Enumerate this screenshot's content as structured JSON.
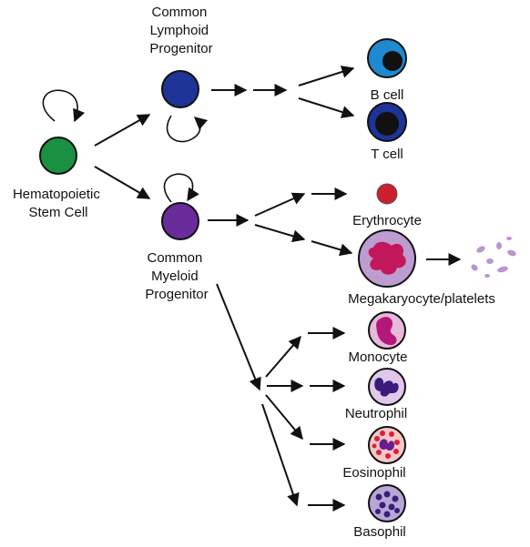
{
  "labels": {
    "hsc": [
      "Hematopoietic",
      "Stem Cell"
    ],
    "clp": [
      "Common",
      "Lymphoid",
      "Progenitor"
    ],
    "cmp": [
      "Common",
      "Myeloid",
      "Progenitor"
    ],
    "b_cell": "B cell",
    "t_cell": "T cell",
    "erythrocyte": "Erythrocyte",
    "megakaryocyte": "Megakaryocyte/platelets",
    "monocyte": "Monocyte",
    "neutrophil": "Neutrophil",
    "eosinophil": "Eosinophil",
    "basophil": "Basophil"
  },
  "colors": {
    "hsc": "#1a9142",
    "clp": "#1e3496",
    "cmp": "#6a2c9a",
    "b_cell": "#1f8ad0",
    "t_cell": "#1e3496",
    "nucleus_dark": "#111111",
    "erythrocyte": "#cc1f2d",
    "megakaryocyte_body": "#bd9cd0",
    "megakaryocyte_nucleus": "#c2185b",
    "platelets": "#b995cf",
    "monocyte_body": "#e6bad8",
    "monocyte_nucleus": "#b5177a",
    "neutrophil_body": "#dfc8e8",
    "neutrophil_nucleus": "#3a1a7a",
    "eosinophil_body": "#f6c7c7",
    "eosinophil_granules": "#d9213a",
    "eosinophil_nucleus": "#6a1d8e",
    "basophil_body": "#b7a7d6",
    "basophil_granules": "#3a1d7a",
    "arrow": "#111111"
  }
}
